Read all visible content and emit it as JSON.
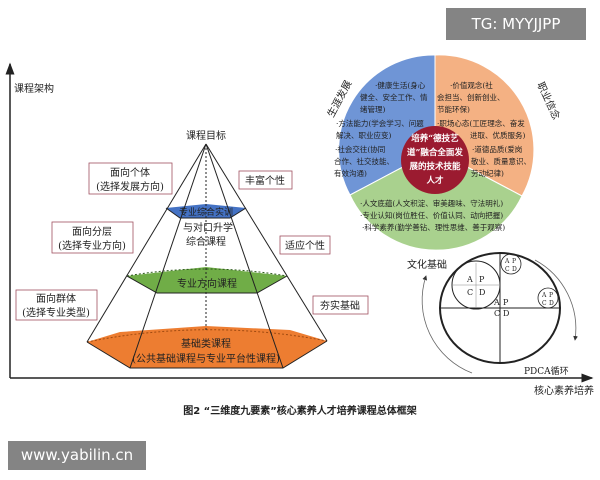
{
  "watermarks": {
    "top": "TG: MYYJJPP",
    "bottom": "www.yabilin.cn"
  },
  "axes": {
    "y_label": "课程架构",
    "x_label": "核心素养培养"
  },
  "pyramid": {
    "apex_label": "课程目标",
    "top_layer": "专业综合实训",
    "middle_text": [
      "与对口升学",
      "综合课程"
    ],
    "green_layer": "专业方向课程",
    "base_layer": [
      "基础类课程",
      "(公共基础课程与专业平台性课程)"
    ],
    "left_boxes": [
      {
        "line1": "面向个体",
        "line2": "(选择发展方向)"
      },
      {
        "line1": "面向分层",
        "line2": "(选择专业方向)"
      },
      {
        "line1": "面向群体",
        "line2": "(选择专业类型)"
      }
    ],
    "right_boxes": [
      "丰富个性",
      "适应个性",
      "夯实基础"
    ]
  },
  "circle": {
    "center": [
      "培养“德技艺",
      "道”融合全面发",
      "展的技术技能",
      "人才"
    ],
    "left_label": "生涯发展",
    "right_label": "职业信念",
    "bottom_label": "文化基础",
    "left_items": [
      "·健康生活(身心",
      "健全、安全工作、情",
      "绪管理)",
      "·方法能力(学会学习、问题",
      "解决、职业应变)",
      "·社会交往(协同",
      "合作、社交技能、",
      "有效沟通)"
    ],
    "right_items": [
      "·价值观念(社",
      "会担当、创新创业、",
      "节能环保)",
      "·职场心态(工匠理念、奋发",
      "进取、优质服务)",
      "·道德品质(爱岗",
      "敬业、质量意识、",
      "劳动纪律)"
    ],
    "bottom_items": [
      "·人文底蕴(人文积淀、审美趣味、守法明礼)",
      "·专业认知(岗位胜任、价值认同、动向把握)",
      "·科学素养(勤学善钻、理性思维、善于观察)"
    ],
    "colors": {
      "left": "#6f95d6",
      "right": "#f4b183",
      "bottom": "#a9d18e",
      "center": "#9b1b30"
    }
  },
  "pdca": {
    "label": "PDCA循环",
    "letters": [
      "A",
      "P",
      "C",
      "D"
    ]
  },
  "caption": "图2 “三维度九要素”核心素养人才培养课程总体框架"
}
